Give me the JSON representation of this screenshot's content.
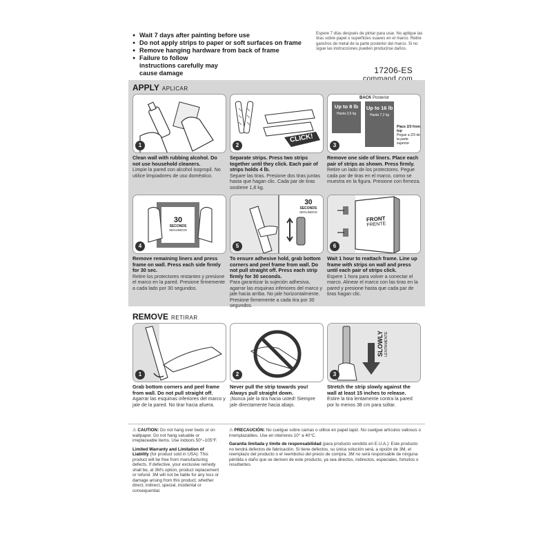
{
  "header": {
    "bullets_en": [
      "Wait 7 days after painting before use",
      "Do not apply strips to paper or soft surfaces on frame",
      "Remove hanging hardware from back of frame",
      "Failure to follow instructions carefully may cause damage"
    ],
    "text_es": "Espere 7 días después de pintar para usar. No aplique las tiras sobre papel o superficies suaves en el marco. Retire ganchos de metal de la parte posterior del marco. Si no sigue las instrucciones pueden producirse daños.",
    "product_code": "17206-ES",
    "website": "command.com"
  },
  "apply": {
    "title": "APPLY",
    "title_es": "APLICAR",
    "steps": [
      {
        "num": "1",
        "en": "Clean wall with rubbing alcohol. Do not use household cleaners.",
        "es": "Limpie la pared con alcohol isopropil. No utilice limpiadores de uso doméstico."
      },
      {
        "num": "2",
        "en": "Separate strips. Press two strips together until they click. Each pair of strips holds 4 lb.",
        "es": "Separe las tiras. Presione dos tiras juntas hasta que hagan clic. Cada par de tiras sostiene 1,8 kg."
      },
      {
        "num": "3",
        "en": "Remove one side of liners. Place each pair of strips as shown. Press firmly.",
        "es": "Retire un lado de los protectores. Pegue cada par de tiras en el marco, como se muestra en la figura. Presione con firmeza."
      },
      {
        "num": "4",
        "en": "Remove remaining liners and press frame on wall. Press each side firmly for 30 sec.",
        "es": "Retire los protectores restantes y presione el marco en la pared. Presione firmemente a cada lado por 30 segundos."
      },
      {
        "num": "5",
        "en": "To ensure adhesive hold, grab bottom corners and peel frame from wall. Do not pull straight off. Press each strip firmly for 30 seconds.",
        "es": "Para garantizar la sujeción adhesiva, agarrar las esquinas inferiores del marco y jale hacia arriba. No jale horizontalmente. Presione firmemente a cada tira por 30 segundos."
      },
      {
        "num": "6",
        "en": "Wait 1 hour to reattach frame. Line up frame with strips on wall and press until each pair of strips click.",
        "es": "Espere 1 hora para volver a conectar el marco. Alinear el marco con las tiras en la pared y presione hasta que cada par de tiras hagan clic."
      }
    ],
    "click_label": "CLICK!",
    "back_label": "BACK",
    "back_label_es": "Posterior",
    "weight_small": "Up to 8 lb",
    "weight_small_es": "Hasta 3,6 kg",
    "weight_large": "Up to 16 lb",
    "weight_large_es": "Hasta 7,2 kg",
    "place_note": "Place 2/3 from top",
    "place_note_es": "Pegue a 2/3 de la parte superior",
    "seconds_num": "30",
    "seconds_en": "SECONDS",
    "seconds_es": "SEGUNDOS",
    "front_en": "FRONT",
    "front_es": "FRENTE"
  },
  "remove": {
    "title": "REMOVE",
    "title_es": "RETIRAR",
    "steps": [
      {
        "num": "1",
        "en": "Grab bottom corners and peel frame from wall. Do not pull straight off.",
        "es": "Agarrar las esquinas inferiores del marco y jale de la pared. No tirar hacia afuera."
      },
      {
        "num": "2",
        "en": "Never pull the strip towards you! Always pull straight down.",
        "es": "¡Nunca jale la tira hacia usted! Siempre jale directamente hacia abajo."
      },
      {
        "num": "3",
        "en": "Stretch the strip slowly against the wall at least 15 inches to release.",
        "es": "Estire la tira lentamente contra la pared por lo menos 38 cm para soltar."
      }
    ],
    "slowly_en": "SLOWLY",
    "slowly_es": "LENTAMENTE"
  },
  "footer": {
    "caution_en_label": "CAUTION:",
    "caution_en": "Do not hang over beds or on wallpaper. Do not hang valuable or irreplaceable items. Use indoors 50°–105°F.",
    "warranty_en_label": "Limited Warranty and Limitation of Liability",
    "warranty_en": "(for product sold in USA): This product will be free from manufacturing defects. If defective, your exclusive remedy shall be, at 3M's option, product replacement or refund. 3M will not be liable for any loss or damage arising from this product, whether direct, indirect, special, incidental or consequential.",
    "caution_es_label": "PRECAUCIÓN:",
    "caution_es": "No cuelgue sobre camas o utilice en papel tapiz. No cuelgue artículos valiosos o irremplazables. Use en interiores 10° a 40°C.",
    "warranty_es_label": "Garantía limitada y límite de responsabilidad",
    "warranty_es": "(para producto vendido en E.U.A.): Este producto no tendrá defectos de fabricación. Si tiene defectos, su única solución será, a opción de 3M, el reemplazo del producto o el reembolso del precio de compra. 3M no será responsable de ninguna pérdida o daño que se deriven de este producto, ya sea directos, indirectos, especiales, fortuitos o resultantes."
  }
}
